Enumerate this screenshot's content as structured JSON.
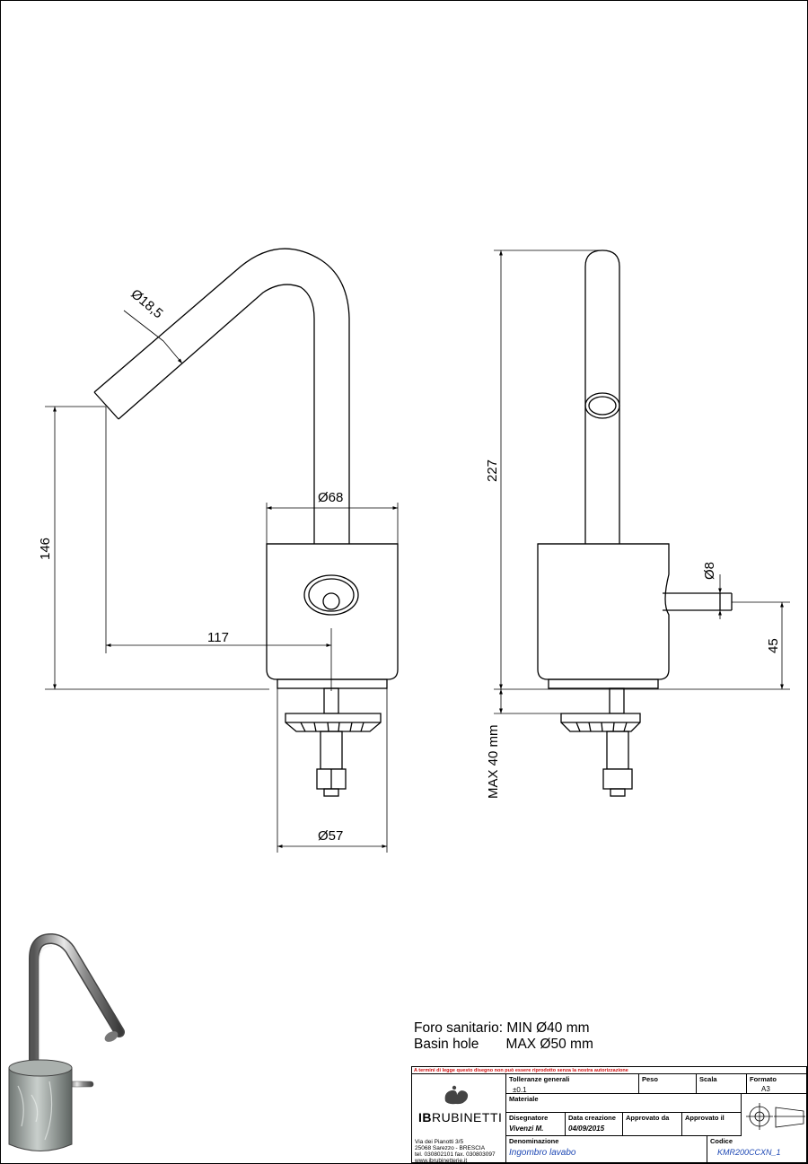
{
  "dimensions": {
    "spout_diameter": "Ø18,5",
    "body_diameter": "Ø68",
    "height_to_outlet": "146",
    "reach": "117",
    "base_diameter": "Ø57",
    "total_height": "227",
    "lever_diameter": "Ø8",
    "lever_height": "45",
    "max_thickness": "MAX 40 mm"
  },
  "notes": {
    "line1": "Foro sanitario: MIN Ø40 mm",
    "line2": "Basin hole       MAX Ø50 mm"
  },
  "title_block": {
    "warning": "A termini di legge questo disegno non può essere riprodotto senza la nostra autorizzazione",
    "company": {
      "logo_text_bold": "IB",
      "logo_text": "RUBINETTI",
      "address1": "Via dei Pianotti 3/5",
      "address2": "25068 Sarezzo - BRESCIA",
      "phone": "tel. 030802101 fax. 030803097",
      "web": "www.ibrubinetterie.it"
    },
    "tolleranze_label": "Tolleranze generali",
    "tolleranze_value": "±0.1",
    "peso_label": "Peso",
    "scala_label": "Scala",
    "formato_label": "Formato",
    "formato_value": "A3",
    "materiale_label": "Materiale",
    "disegnatore_label": "Disegnatore",
    "disegnatore_value": "Vivenzi M.",
    "data_label": "Data creazione",
    "data_value": "04/09/2015",
    "approvato_da_label": "Approvato da",
    "approvato_il_label": "Approvato il",
    "denominazione_label": "Denominazione",
    "denominazione_value": "Ingombro lavabo",
    "codice_label": "Codice",
    "codice_value": "KMR200CCXN_1"
  }
}
